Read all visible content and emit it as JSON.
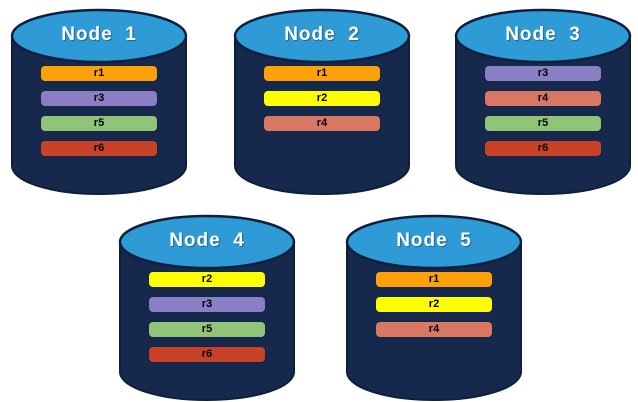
{
  "colors": {
    "background": "#FFFFFF",
    "cylinder_body": "#16294D",
    "cylinder_top": "#2E9BD6",
    "cylinder_outline": "#0E1F3E",
    "title_text": "#FFFFFF",
    "bar_text": "#000000"
  },
  "replica_colors": {
    "r1": "#FCA108",
    "r2": "#FFFF00",
    "r3": "#8A7EC4",
    "r4": "#D97862",
    "r5": "#8FC479",
    "r6": "#C84227"
  },
  "nodes": [
    {
      "label": "Node  1",
      "replicas": [
        "r1",
        "r3",
        "r5",
        "r6"
      ]
    },
    {
      "label": "Node  2",
      "replicas": [
        "r1",
        "r2",
        "r4"
      ]
    },
    {
      "label": "Node  3",
      "replicas": [
        "r3",
        "r4",
        "r5",
        "r6"
      ]
    },
    {
      "label": "Node  4",
      "replicas": [
        "r2",
        "r3",
        "r5",
        "r6"
      ]
    },
    {
      "label": "Node  5",
      "replicas": [
        "r1",
        "r2",
        "r4"
      ]
    }
  ]
}
